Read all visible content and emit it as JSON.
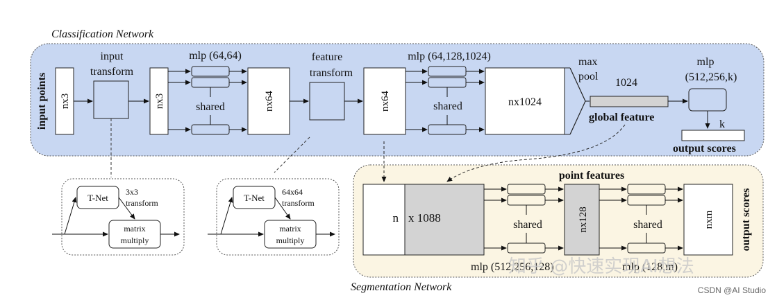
{
  "classification": {
    "title": "Classification Network",
    "input_points": "input points",
    "nx3_a": "nx3",
    "input_transform_1": "input",
    "input_transform_2": "transform",
    "nx3_b": "nx3",
    "mlp1": "mlp (64,64)",
    "shared1": "shared",
    "nx64_a": "nx64",
    "feature_transform_1": "feature",
    "feature_transform_2": "transform",
    "nx64_b": "nx64",
    "mlp2": "mlp (64,128,1024)",
    "shared2": "shared",
    "nx1024": "nx1024",
    "max": "max",
    "pool": "pool",
    "dim_1024": "1024",
    "global_feature": "global feature",
    "mlp3_1": "mlp",
    "mlp3_2": "(512,256,k)",
    "k": "k",
    "output_scores": "output scores"
  },
  "tnet1": {
    "tnet": "T-Net",
    "label_1": "3x3",
    "label_2": "transform",
    "mm_1": "matrix",
    "mm_2": "multiply"
  },
  "tnet2": {
    "tnet": "T-Net",
    "label_1": "64x64",
    "label_2": "transform",
    "mm_1": "matrix",
    "mm_2": "multiply"
  },
  "segmentation": {
    "title": "Segmentation Network",
    "point_features": "point features",
    "n": "n",
    "x1088": "x 1088",
    "shared1": "shared",
    "nx128": "nx128",
    "shared2": "shared",
    "nxm": "nxm",
    "output_scores": "output scores",
    "mlp_a": "mlp (512,256,128)",
    "mlp_b": "mlp (128,m)"
  },
  "watermark": "知乎 @快速实现AI想法",
  "credit": "CSDN @AI Studio",
  "colors": {
    "classification_bg": "#c8d7f2",
    "segmentation_bg": "#fbf5e3",
    "gray_block": "#d3d3d3",
    "stroke": "#222222"
  }
}
